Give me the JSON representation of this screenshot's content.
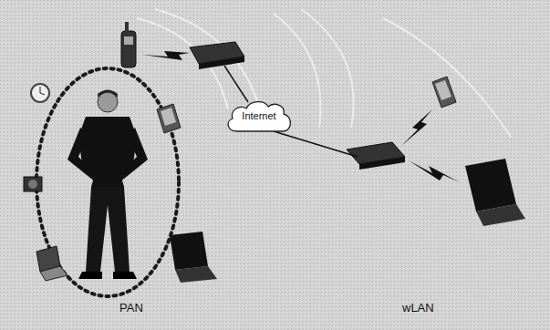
{
  "diagram": {
    "nodes": [
      {
        "text": [
          "Internet"
        ]
      }
    ],
    "labels": [
      "PAN",
      "wLAN"
    ]
  }
}
